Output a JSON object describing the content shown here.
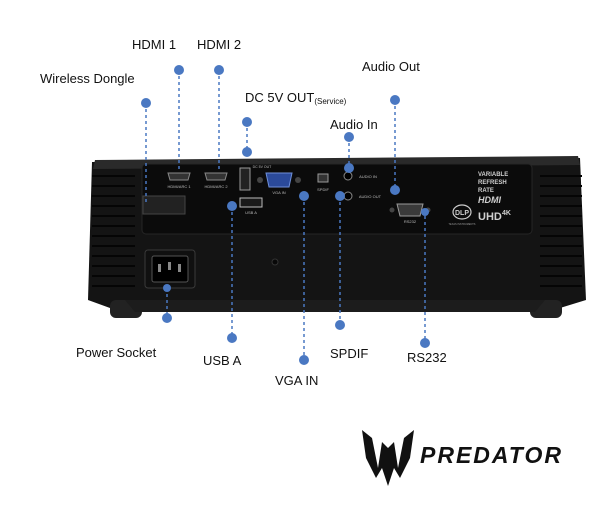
{
  "labels": {
    "hdmi1": "HDMI 1",
    "hdmi2": "HDMI 2",
    "wireless_dongle": "Wireless Dongle",
    "dc5v_out": "DC 5V OUT",
    "dc5v_service": "(Service)",
    "audio_out": "Audio Out",
    "audio_in": "Audio In",
    "power_socket": "Power Socket",
    "usb_a": "USB A",
    "vga_in": "VGA IN",
    "spdif": "SPDIF",
    "rs232": "RS232"
  },
  "panel_text": {
    "hdmi_arc1": "HDMI/ARC 1",
    "hdmi_arc2": "HDMI/ARC 2",
    "usb_a": "USB A",
    "vga_in": "VGA IN",
    "spdif": "SPDIF",
    "audio_in": "AUDIO IN",
    "audio_out": "AUDIO OUT",
    "rs232": "RS232",
    "variable": "VARIABLE",
    "refresh": "REFRESH",
    "rate": "RATE",
    "hdmi_logo": "HDMI",
    "uhd": "UHD",
    "uhd4k": "4K",
    "dlp": "DLP",
    "dlp_sub": "TEXAS INSTRUMENTS",
    "dc_top": "DC 5V OUT"
  },
  "brand": {
    "name": "PREDATOR"
  },
  "colors": {
    "accent": "#4a78c2",
    "body": "#151515",
    "panel": "#0b0b0b"
  }
}
